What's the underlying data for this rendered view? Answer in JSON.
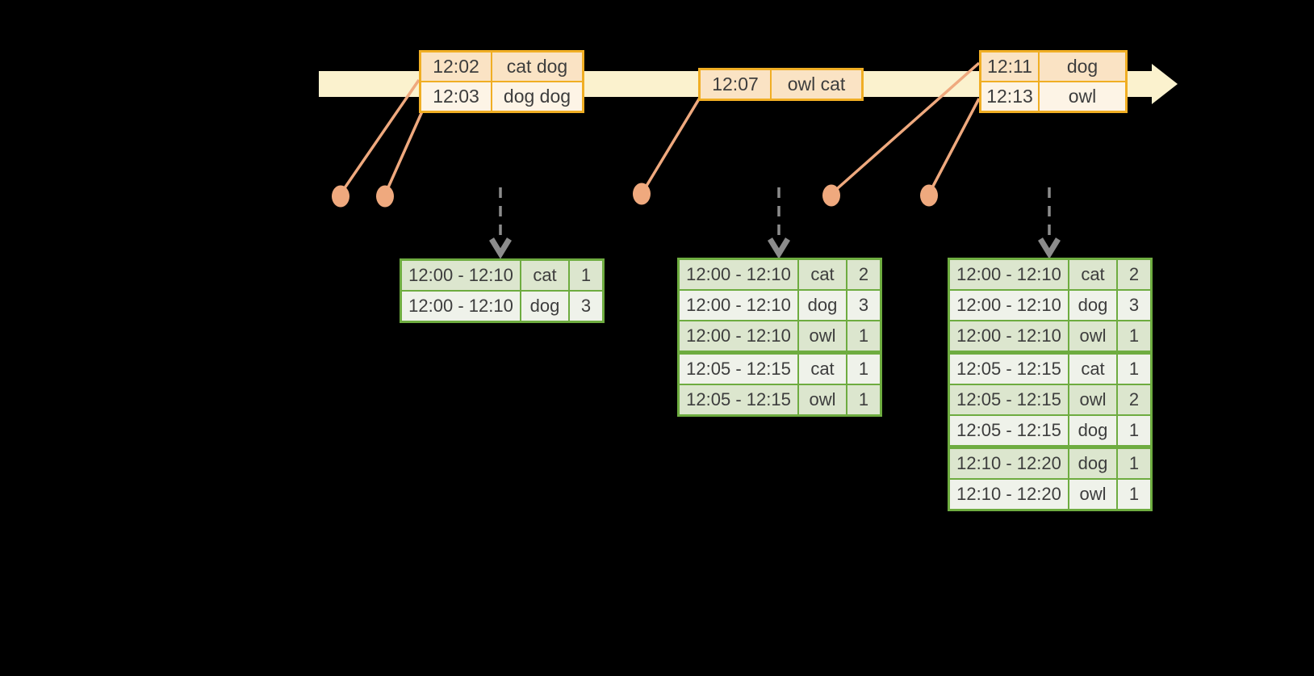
{
  "colors": {
    "bg": "#000000",
    "timeline-fill": "#FBF2CE",
    "event-border": "#F0AE24",
    "event-fill-a": "#FAE3C4",
    "event-fill-b": "#FDF4E6",
    "connector": "#EFA97E",
    "trigger": "#8C8C8C",
    "table-border": "#6EAC40",
    "table-fill-a": "#DCE6CE",
    "table-fill-b": "#EFF2EA",
    "ink": "#3D3D3D"
  },
  "timeline": {
    "event_groups": [
      {
        "rows": [
          {
            "time": "12:02",
            "words": "cat dog"
          },
          {
            "time": "12:03",
            "words": "dog dog"
          }
        ]
      },
      {
        "rows": [
          {
            "time": "12:07",
            "words": "owl cat"
          }
        ]
      },
      {
        "rows": [
          {
            "time": "12:11",
            "words": "dog"
          },
          {
            "time": "12:13",
            "words": "owl"
          }
        ]
      }
    ]
  },
  "result_tables": [
    {
      "rows": [
        {
          "window": "12:00 - 12:10",
          "word": "cat",
          "count": "1"
        },
        {
          "window": "12:00 - 12:10",
          "word": "dog",
          "count": "3"
        }
      ]
    },
    {
      "rows": [
        {
          "window": "12:00 - 12:10",
          "word": "cat",
          "count": "2"
        },
        {
          "window": "12:00 - 12:10",
          "word": "dog",
          "count": "3"
        },
        {
          "window": "12:00 - 12:10",
          "word": "owl",
          "count": "1"
        },
        {
          "window": "12:05 - 12:15",
          "word": "cat",
          "count": "1"
        },
        {
          "window": "12:05 - 12:15",
          "word": "owl",
          "count": "1"
        }
      ]
    },
    {
      "rows": [
        {
          "window": "12:00 - 12:10",
          "word": "cat",
          "count": "2"
        },
        {
          "window": "12:00 - 12:10",
          "word": "dog",
          "count": "3"
        },
        {
          "window": "12:00 - 12:10",
          "word": "owl",
          "count": "1"
        },
        {
          "window": "12:05 - 12:15",
          "word": "cat",
          "count": "1"
        },
        {
          "window": "12:05 - 12:15",
          "word": "owl",
          "count": "2"
        },
        {
          "window": "12:05 - 12:15",
          "word": "dog",
          "count": "1"
        },
        {
          "window": "12:10 - 12:20",
          "word": "dog",
          "count": "1"
        },
        {
          "window": "12:10 - 12:20",
          "word": "owl",
          "count": "1"
        }
      ]
    }
  ]
}
